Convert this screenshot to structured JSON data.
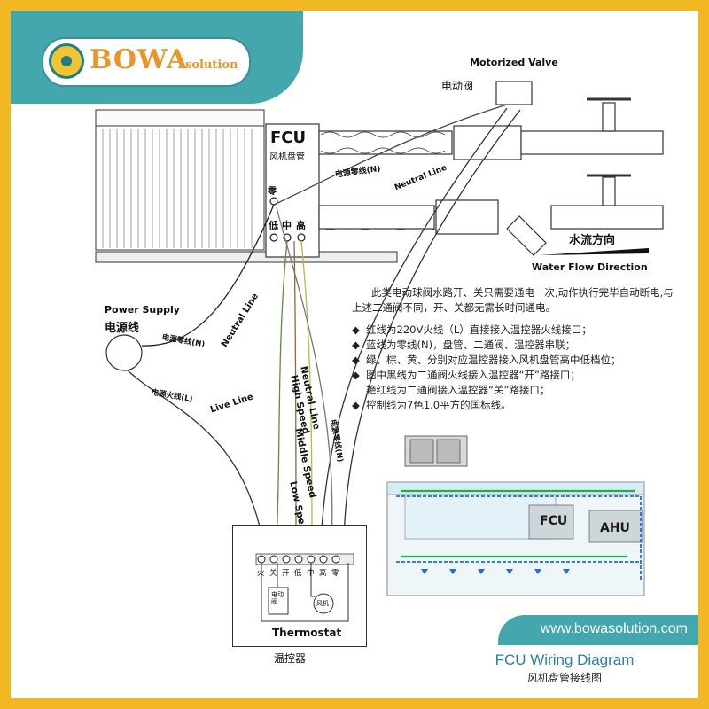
{
  "brand": {
    "logo_text": "BOWA",
    "logo_suffix": "solution",
    "website": "www.bowasolution.com"
  },
  "footer": {
    "title": "FCU Wiring Diagram",
    "subtitle": "风机盘管接线图"
  },
  "valve": {
    "label_en": "Motorized Valve",
    "label_cn": "电动阀"
  },
  "fcu": {
    "label_en": "FCU",
    "label_cn": "风机盘管",
    "neutral_terminal": "零",
    "speed_terminals": [
      "低",
      "中",
      "高"
    ]
  },
  "water_flow": {
    "label_cn": "水流方向",
    "label_en": "Water Flow Direction"
  },
  "power": {
    "label_en": "Power Supply",
    "label_cn": "电源线"
  },
  "wires": {
    "neutral_cn": "电源零线(N)",
    "neutral_en": "Neutral Line",
    "live_cn": "电源火线(L)",
    "live_en": "Live Line",
    "high_speed": "High Speed",
    "middle_speed": "Middle Speed",
    "low_speed": "Low Speed"
  },
  "thermostat": {
    "label_en": "Thermostat",
    "label_cn": "温控器",
    "terminal_labels": [
      "火",
      "关",
      "开",
      "低",
      "中",
      "高",
      "零"
    ],
    "motor_label": "风机",
    "valve_label": "电动阀"
  },
  "notes": {
    "intro": "此类电动球阀水路开、关只需要通电一次,动作执行完毕自动断电,与上述二通阀不同，开、关都无需长时间通电。",
    "bullet_symbol": "◆",
    "items": [
      "红线为220V火线（L）直接接入温控器火线接口；",
      "蓝线为零线(N)，盘管、二通阀、温控器串联；",
      "绿、棕、黄、分别对应温控器接入风机盘管高中低档位；",
      "图中黑线为二通阀火线接入温控器“开”路接口；"
    ],
    "extra_lines": [
      "艳红线为二通阀接入温控器“关”路接口；"
    ],
    "last_item": "控制线为7色1.0平方的国标线。"
  },
  "system_diagram": {
    "fcu_label": "FCU",
    "ahu_label": "AHU"
  },
  "colors": {
    "outer_border": "#f2b824",
    "accent": "#43a7ad",
    "logo_text": "#e8962a",
    "title": "#2a7fa3"
  }
}
